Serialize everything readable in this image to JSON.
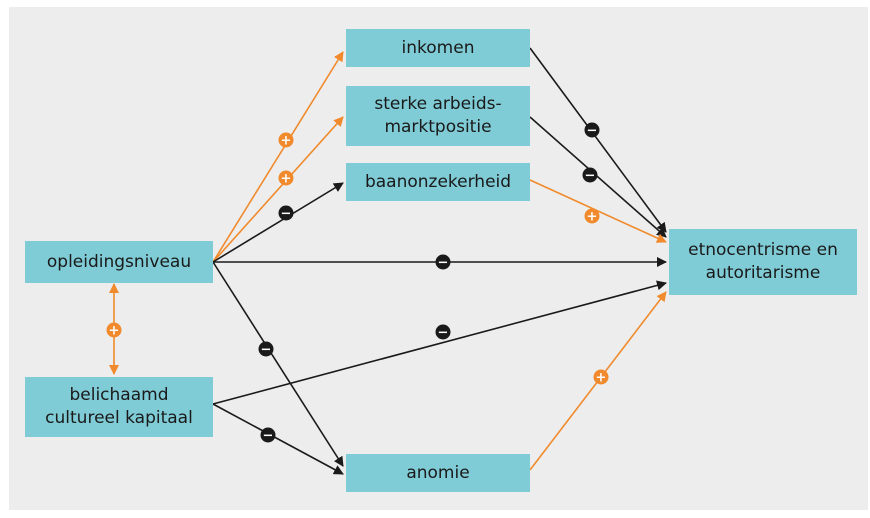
{
  "nodes": {
    "inkomen": "inkomen",
    "arbeidsmarkt": "sterke arbeids-\nmarktpositie",
    "baanonzekerheid": "baanonzekerheid",
    "opleidingsniveau": "opleidingsniveau",
    "etnocentrisme": "etnocentrisme en\nautoritarisme",
    "kapitaal": "belichaamd\ncultureel kapitaal",
    "anomie": "anomie"
  },
  "signs": {
    "opl_inkomen": "+",
    "opl_arbeidsmarkt": "+",
    "opl_baan": "−",
    "opl_etno": "−",
    "opl_anomie": "−",
    "opl_kapitaal": "+",
    "kap_etno": "−",
    "kap_anomie": "−",
    "ink_etno": "−",
    "arb_etno": "−",
    "baan_etno": "+",
    "anomie_etno": "+"
  },
  "colors": {
    "positive": "#f08a2c",
    "negative": "#1a1a1a",
    "node_fill": "#7fcbd6",
    "background": "#ededed"
  }
}
